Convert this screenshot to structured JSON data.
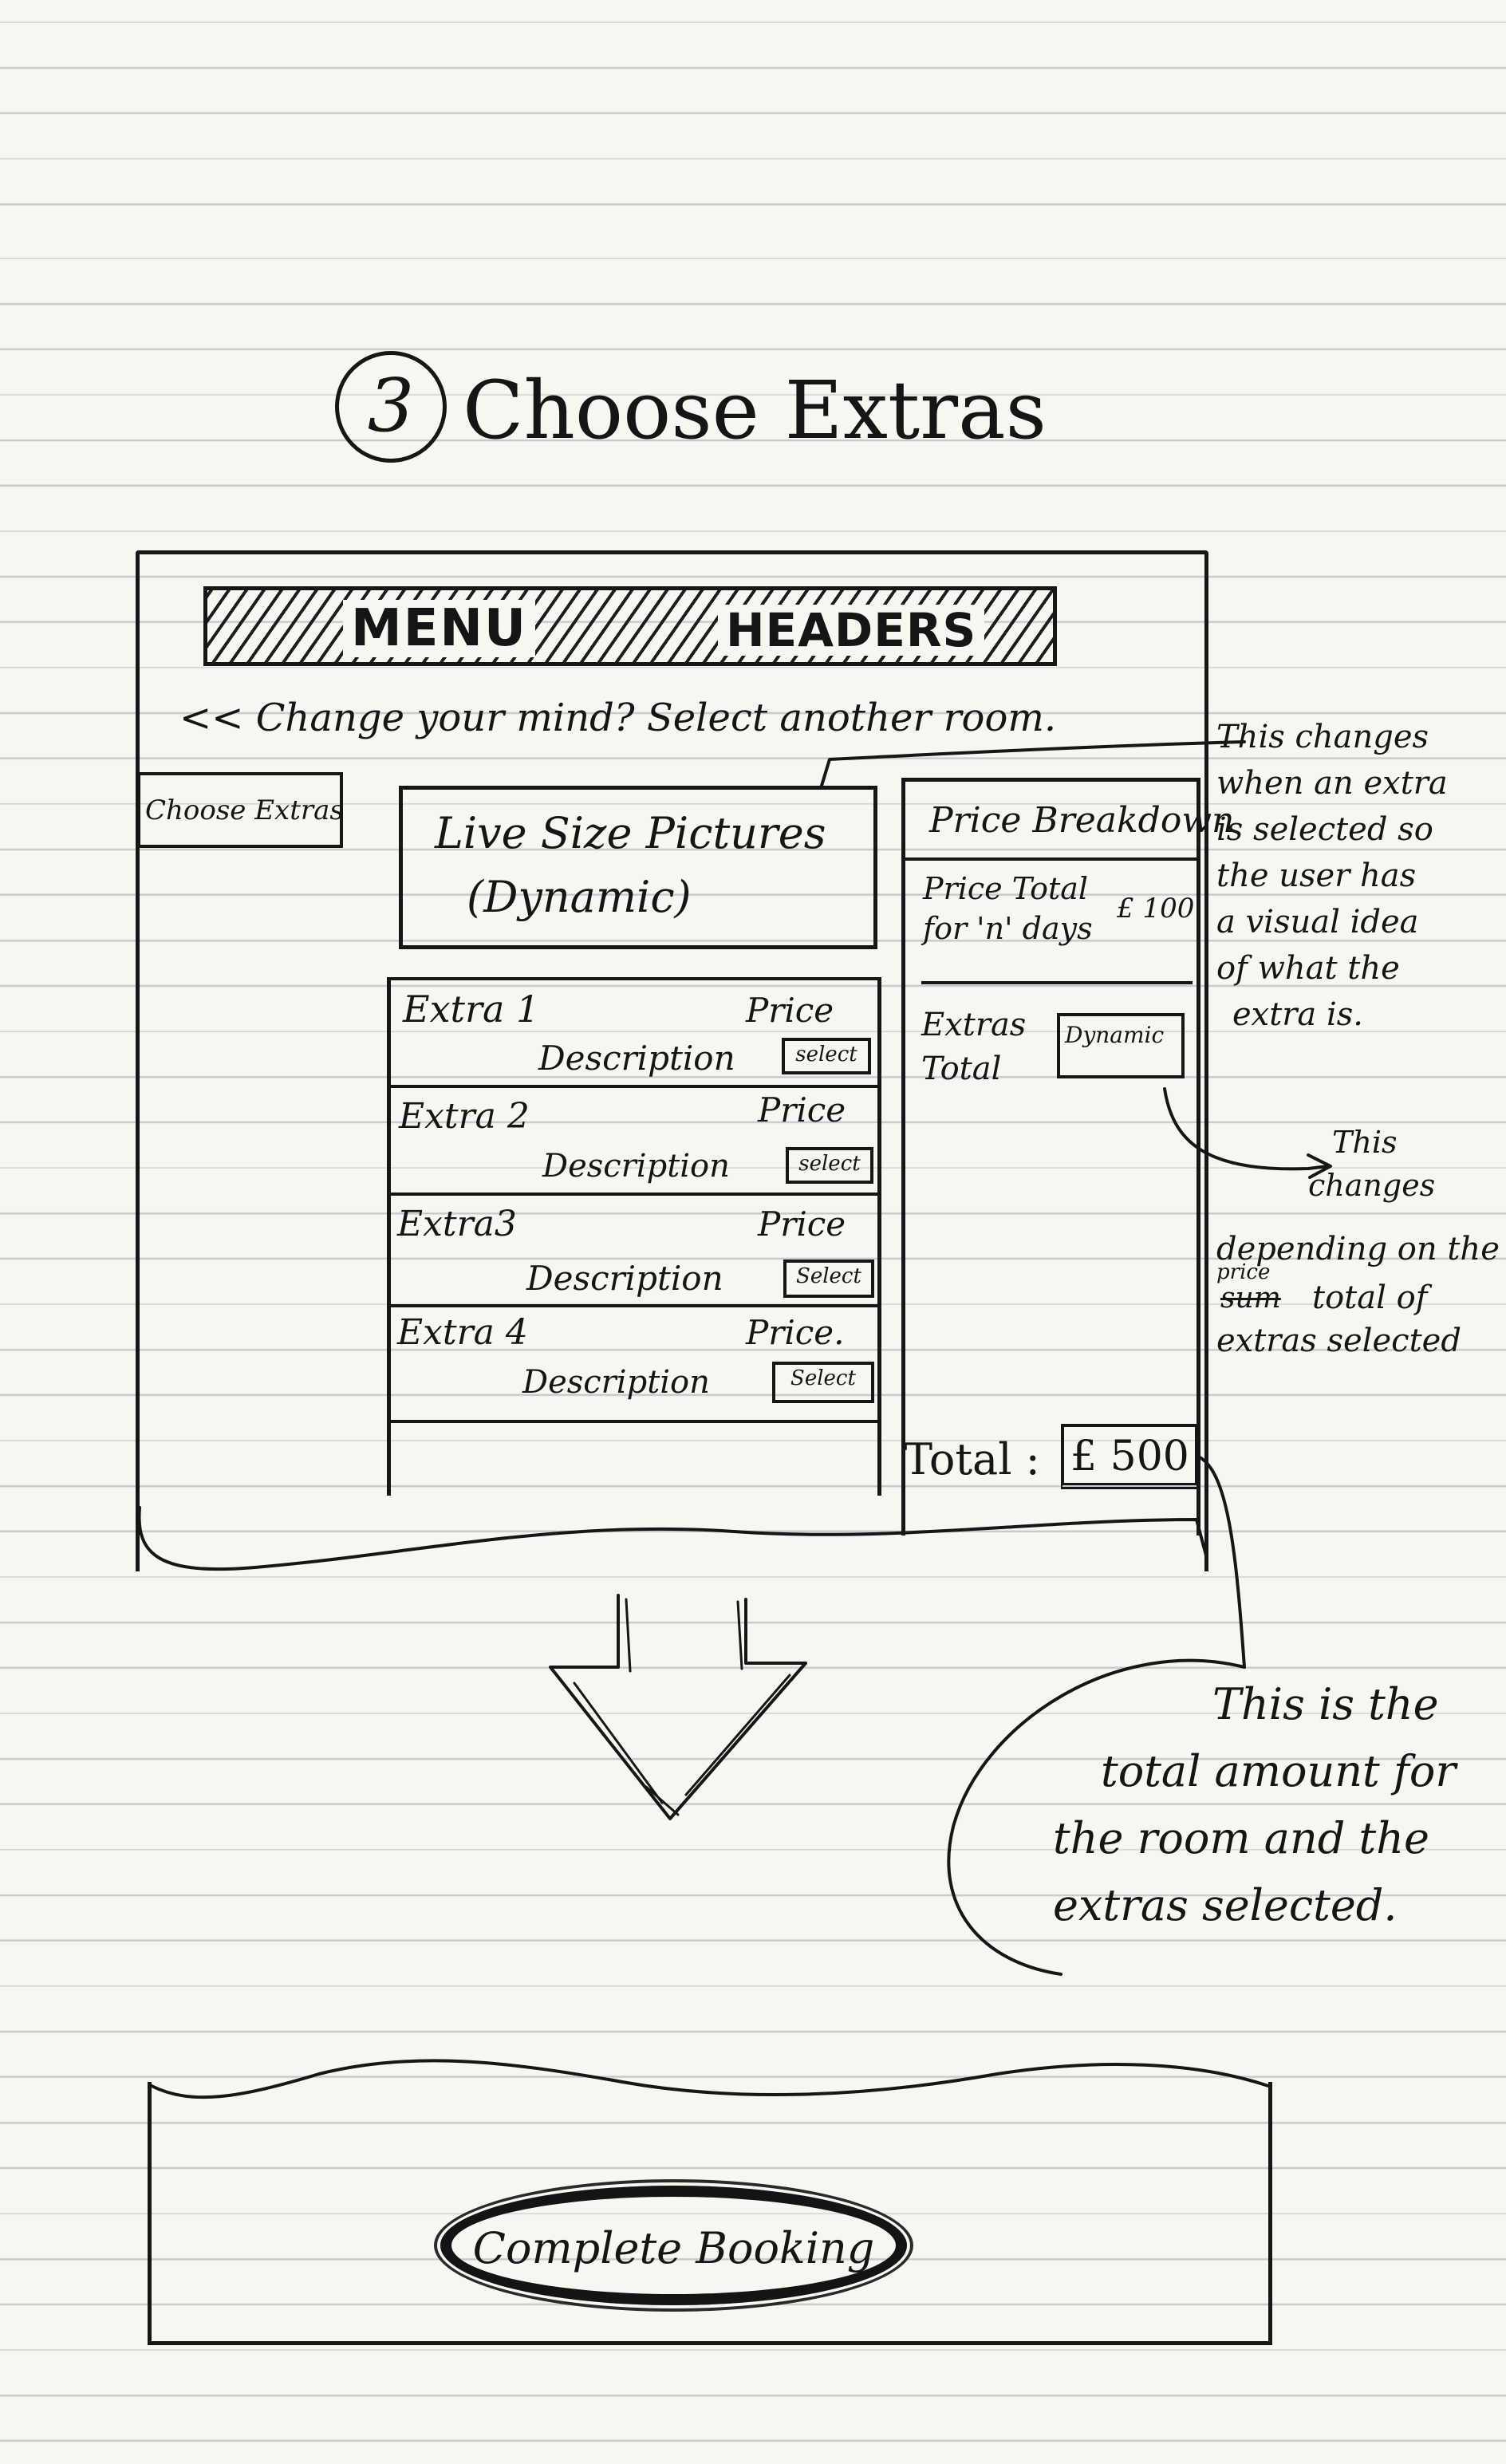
{
  "page": {
    "step_number": "3",
    "title": "Choose Extras"
  },
  "mockup": {
    "menu_label": "MENU",
    "headers_label": "HEADERS",
    "back_link": "<< Change your mind? Select another room.",
    "sidebar_tab": "Choose Extras",
    "pictures_panel": {
      "line1": "Live Size Pictures",
      "line2": "(Dynamic)"
    },
    "extras": [
      {
        "name": "Extra 1",
        "price": "Price",
        "description": "Description",
        "select_label": "select"
      },
      {
        "name": "Extra 2",
        "price": "Price",
        "description": "Description",
        "select_label": "select"
      },
      {
        "name": "Extra3",
        "price": "Price",
        "description": "Description",
        "select_label": "Select"
      },
      {
        "name": "Extra 4",
        "price": "Price.",
        "description": "Description",
        "select_label": "Select"
      }
    ],
    "price_breakdown": {
      "title": "Price Breakdown",
      "price_total_line1": "Price Total",
      "price_total_line2": "for 'n' days",
      "price_total_value": "£ 100",
      "extras_total_line1": "Extras",
      "extras_total_line2": "Total",
      "extras_total_value": "Dynamic"
    },
    "total": {
      "label": "Total :",
      "value": "£ 500"
    }
  },
  "annotations": {
    "pictures_note": [
      "This changes",
      "when an extra",
      "is selected so",
      "the user has",
      "a visual idea",
      "of what the",
      "extra is."
    ],
    "extras_note_a": [
      "This",
      "changes"
    ],
    "extras_note_b": [
      "depending on the"
    ],
    "extras_note_price": "price",
    "extras_note_struck": "sum",
    "extras_note_c": [
      "total of",
      "extras selected"
    ],
    "total_note": [
      "This is the",
      "total amount for",
      "the room and the",
      "extras selected."
    ]
  },
  "booking": {
    "button_label": "Complete Booking"
  }
}
